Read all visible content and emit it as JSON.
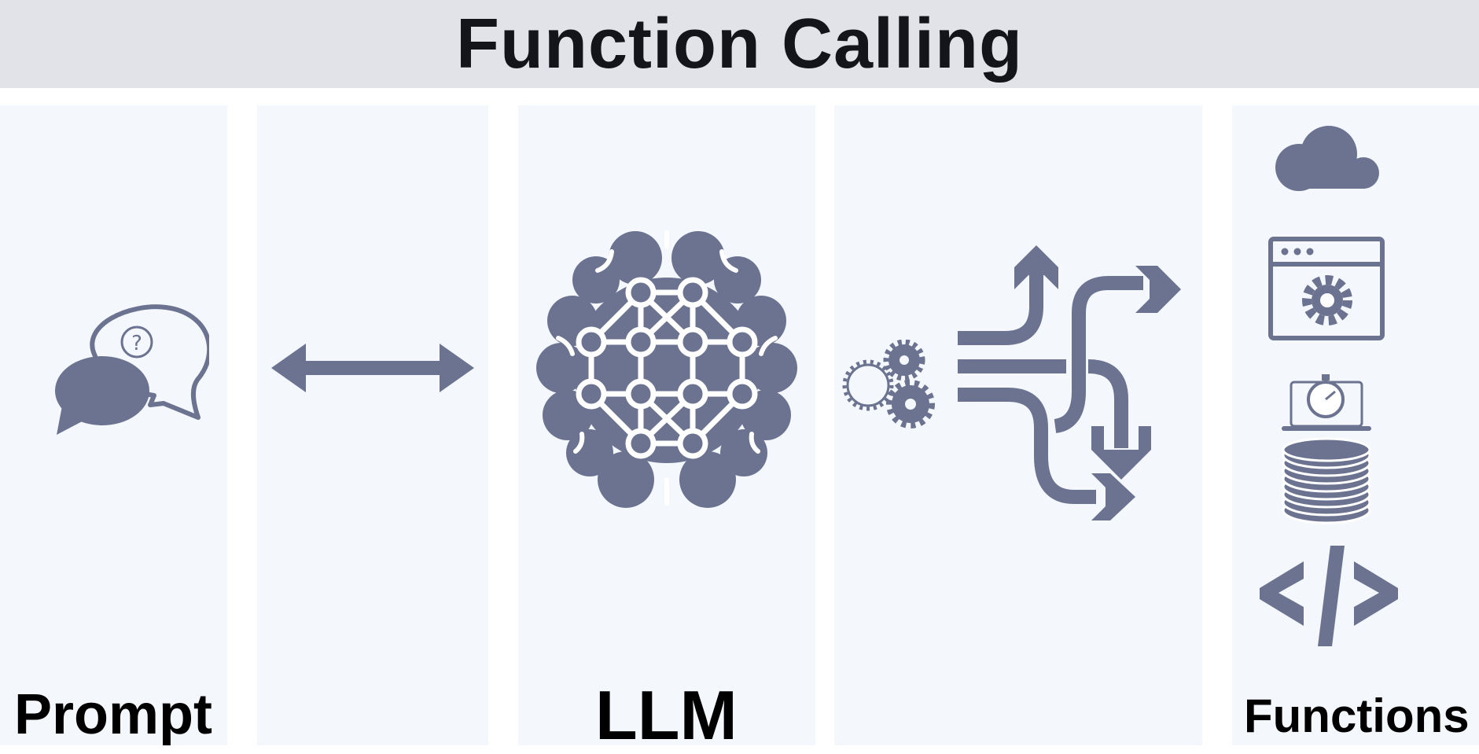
{
  "title": "Function Calling",
  "columns": {
    "prompt": {
      "label": "Prompt",
      "icon": "chat-bubbles-question-icon"
    },
    "connector": {
      "icon": "double-arrow-icon"
    },
    "llm": {
      "label": "LLM",
      "icon": "neural-network-brain-icon"
    },
    "routing": {
      "icons": [
        "gears-icon",
        "branching-arrows-icon"
      ]
    },
    "functions": {
      "label": "Functions",
      "icons": [
        "cloud-icon",
        "browser-settings-icon",
        "laptop-stopwatch-icon",
        "database-icon",
        "code-tags-icon"
      ]
    }
  },
  "colors": {
    "icon": "#6b7390",
    "header_bg": "#e2e3e8",
    "panel_bg": "#f4f7fc"
  }
}
